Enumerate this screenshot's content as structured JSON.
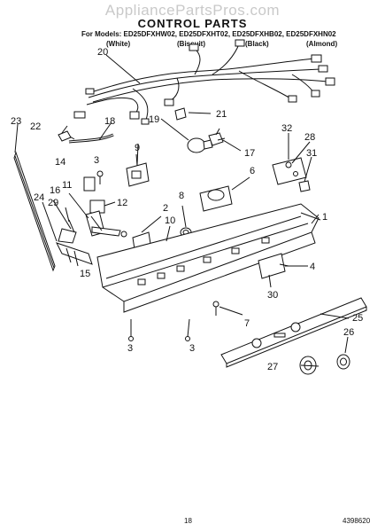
{
  "watermark": "AppliancePartsPros.com",
  "title": "CONTROL PARTS",
  "models_line": "For Models: ED25DFXHW02, ED25DFXHT02, ED25DFXHB02, ED25DFXHN02",
  "model_colors": [
    "(White)",
    "(Biscuit)",
    "(Black)",
    "(Almond)"
  ],
  "callouts": [
    "20",
    "21",
    "22",
    "18",
    "19",
    "23",
    "9",
    "17",
    "32",
    "28",
    "3",
    "14",
    "6",
    "31",
    "12",
    "8",
    "16",
    "11",
    "24",
    "29",
    "10",
    "2",
    "1",
    "4",
    "15",
    "30",
    "7",
    "25",
    "3",
    "3",
    "26",
    "27"
  ],
  "page_number": "18",
  "doc_code": "4398620"
}
